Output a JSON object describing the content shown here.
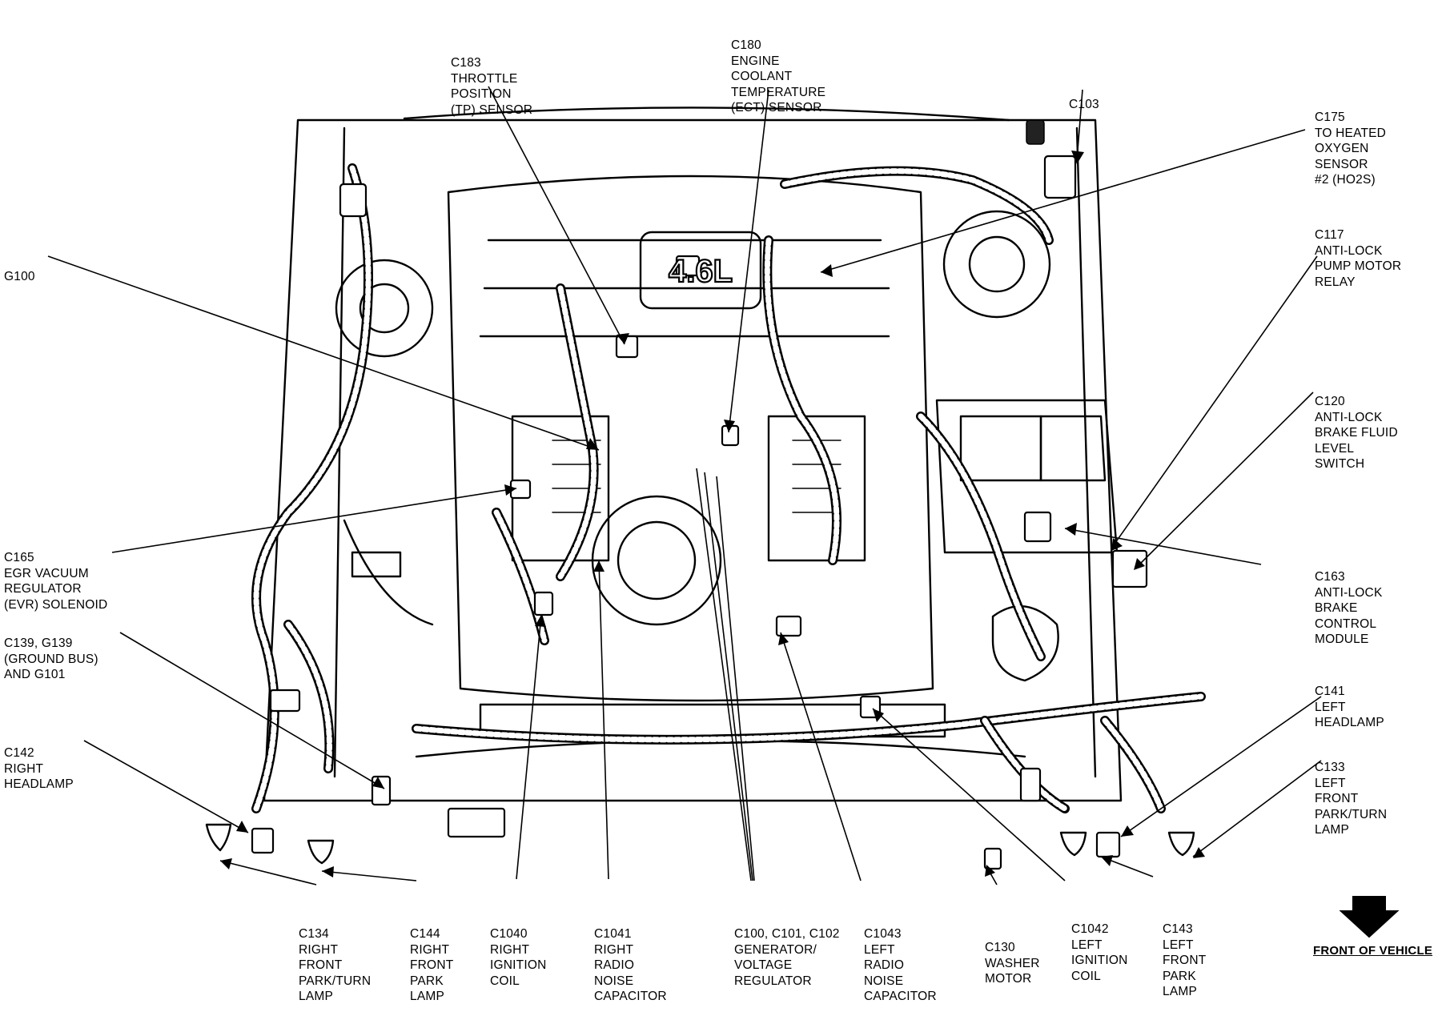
{
  "labels": [
    {
      "id": "c183",
      "lines": [
        "C183",
        "THROTTLE",
        "POSITION",
        "(TP) SENSOR"
      ]
    },
    {
      "id": "c180",
      "lines": [
        "C180",
        "ENGINE",
        "COOLANT",
        "TEMPERATURE",
        "(ECT) SENSOR"
      ]
    },
    {
      "id": "c103",
      "lines": [
        "C103"
      ]
    },
    {
      "id": "c175",
      "lines": [
        "C175",
        "TO HEATED",
        "OXYGEN",
        "SENSOR",
        "#2 (HO2S)"
      ]
    },
    {
      "id": "g100",
      "lines": [
        "G100"
      ]
    },
    {
      "id": "c117",
      "lines": [
        "C117",
        "ANTI-LOCK",
        "PUMP MOTOR",
        "RELAY"
      ]
    },
    {
      "id": "c120",
      "lines": [
        "C120",
        "ANTI-LOCK",
        "BRAKE FLUID",
        "LEVEL",
        "SWITCH"
      ]
    },
    {
      "id": "c165",
      "lines": [
        "C165",
        "EGR VACUUM",
        "REGULATOR",
        "(EVR) SOLENOID"
      ]
    },
    {
      "id": "c163",
      "lines": [
        "C163",
        "ANTI-LOCK",
        "BRAKE",
        "CONTROL",
        "MODULE"
      ]
    },
    {
      "id": "c139",
      "lines": [
        "C139, G139",
        "(GROUND BUS)",
        "AND G101"
      ]
    },
    {
      "id": "c141",
      "lines": [
        "C141",
        "LEFT",
        "HEADLAMP"
      ]
    },
    {
      "id": "c142",
      "lines": [
        "C142",
        "RIGHT",
        "HEADLAMP"
      ]
    },
    {
      "id": "c133",
      "lines": [
        "C133",
        "LEFT",
        "FRONT",
        "PARK/TURN",
        "LAMP"
      ]
    },
    {
      "id": "c134",
      "lines": [
        "C134",
        "RIGHT",
        "FRONT",
        "PARK/TURN",
        "LAMP"
      ]
    },
    {
      "id": "c144",
      "lines": [
        "C144",
        "RIGHT",
        "FRONT",
        "PARK",
        "LAMP"
      ]
    },
    {
      "id": "c1040",
      "lines": [
        "C1040",
        "RIGHT",
        "IGNITION",
        "COIL"
      ]
    },
    {
      "id": "c1041",
      "lines": [
        "C1041",
        "RIGHT",
        "RADIO",
        "NOISE",
        "CAPACITOR"
      ]
    },
    {
      "id": "c100",
      "lines": [
        "C100, C101, C102",
        "GENERATOR/",
        "VOLTAGE",
        "REGULATOR"
      ]
    },
    {
      "id": "c1043",
      "lines": [
        "C1043",
        "LEFT",
        "RADIO",
        "NOISE",
        "CAPACITOR"
      ]
    },
    {
      "id": "c130",
      "lines": [
        "C130",
        "WASHER",
        "MOTOR"
      ]
    },
    {
      "id": "c1042",
      "lines": [
        "C1042",
        "LEFT",
        "IGNITION",
        "COIL"
      ]
    },
    {
      "id": "c143",
      "lines": [
        "C143",
        "LEFT",
        "FRONT",
        "PARK",
        "LAMP"
      ]
    }
  ],
  "engine_badge": "4.6L",
  "front_indicator": "FRONT OF VEHICLE",
  "icons": {
    "front_arrow": "down-arrow-icon"
  }
}
